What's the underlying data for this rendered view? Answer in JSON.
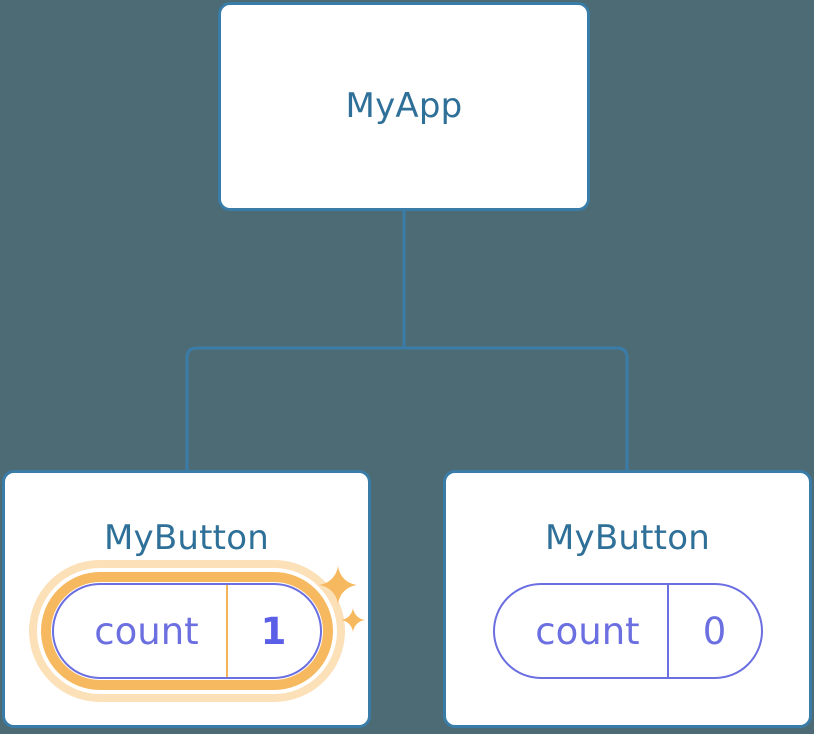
{
  "diagram": {
    "type": "component-tree",
    "background_color": "#4d6b75",
    "node_border_color": "#3a7ca8",
    "node_title_color": "#2f7099",
    "pill_color": "#6b6fe0",
    "highlight_color": "#f7b95f",
    "highlight_halo_color": "#fbe0b8",
    "connector_color": "#3a7ca8"
  },
  "root": {
    "title": "MyApp"
  },
  "children": [
    {
      "title": "MyButton",
      "state": {
        "label": "count",
        "value": "1"
      },
      "highlighted": true,
      "sparkles": [
        "sparkle-large-icon",
        "sparkle-small-icon"
      ]
    },
    {
      "title": "MyButton",
      "state": {
        "label": "count",
        "value": "0"
      },
      "highlighted": false,
      "sparkles": []
    }
  ]
}
